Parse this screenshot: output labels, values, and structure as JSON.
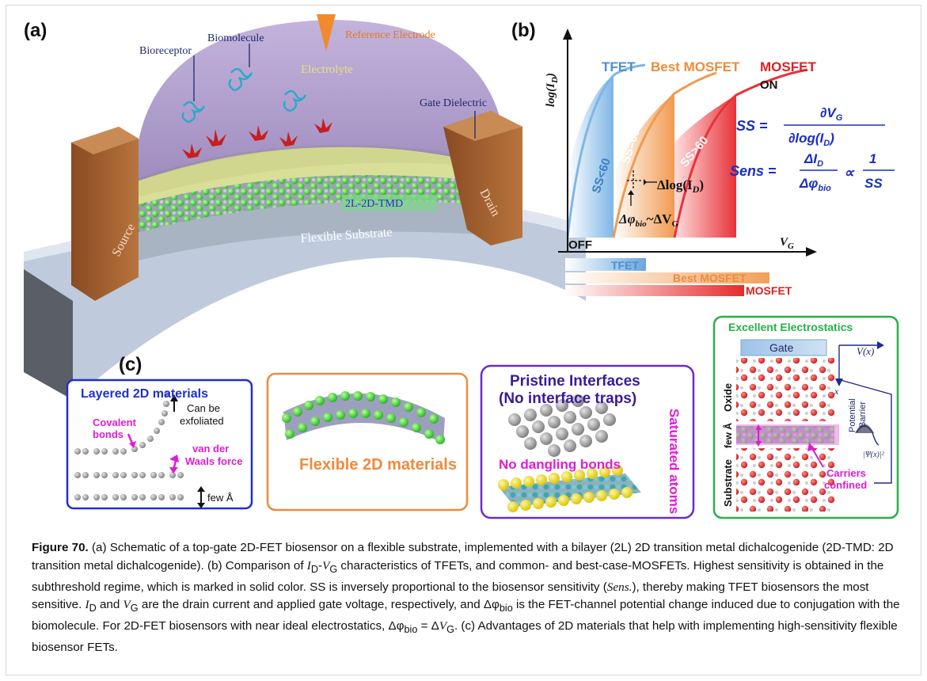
{
  "panel_labels": {
    "a": "(a)",
    "b": "(b)",
    "c": "(c)"
  },
  "panel_a": {
    "bioreceptor": "Bioreceptor",
    "biomolecule": "Biomolecule",
    "reference_electrode": "Reference Electrode",
    "electrolyte": "Electrolyte",
    "gate_dielectric": "Gate Dielectric",
    "channel": "2L-2D-TMD",
    "source": "Source",
    "drain": "Drain",
    "substrate": "Flexible Substrate"
  },
  "panel_b": {
    "y_axis": "log(I",
    "y_axis_sub": "D",
    "y_axis_close": ")",
    "x_axis": "V",
    "x_axis_sub": "G",
    "tfet": "TFET",
    "best_mosfet": "Best MOSFET",
    "mosfet": "MOSFET",
    "on": "ON",
    "off": "OFF",
    "ss_lt": "SS<60",
    "ss_eq": "SS=60",
    "ss_gt": "SS>60",
    "dlog": "Δlog(I",
    "dlog_sub": "D",
    "dlog_close": ")",
    "dphi": "Δφ",
    "dphi_sub": "bio",
    "dphi_tail": "~ΔV",
    "dphi_tail_sub": "G",
    "ss_eq_lhs": "SS =",
    "ss_num": "∂V",
    "ss_num_sub": "G",
    "ss_den": "∂log(I",
    "ss_den_sub": "D",
    "ss_den_close": ")",
    "sens_lhs": "Sens =",
    "sens_num": "ΔI",
    "sens_num_sub": "D",
    "sens_den": "Δφ",
    "sens_den_sub": "bio",
    "prop": "∝",
    "one": "1",
    "ss_fragment": "SS",
    "bar_tfet": "TFET",
    "bar_best": "Best MOSFET",
    "bar_mosfet": "MOSFET"
  },
  "panel_c": {
    "box1_title": "Layered 2D materials",
    "can_be": "Can be",
    "exfoliated": "exfoliated",
    "covalent": "Covalent",
    "bonds": "bonds",
    "vdw1": "van der",
    "vdw2": "Waals force",
    "few_a": "few Å",
    "box2_label": "Flexible 2D materials",
    "box3_title1": "Pristine Interfaces",
    "box3_title2": "(No interface traps)",
    "no_dangling": "No dangling bonds",
    "saturated": "Saturated atoms",
    "box4_title": "Excellent Electrostatics",
    "gate": "Gate",
    "vx": "V(x)",
    "x": "x",
    "oxide": "Oxide",
    "potential": "Potential",
    "barrier": "Barrier",
    "few_a_vert": "few Å",
    "substrate": "Substrate",
    "psi": "|Ψ(x)|²",
    "carriers1": "Carriers",
    "carriers2": "confined"
  },
  "caption": {
    "label": "Figure 70.",
    "p1": " (a) Schematic of a top-gate 2D-FET biosensor on a flexible substrate, implemented with a bilayer (2L) 2D transition metal dichalcogenide (2D-TMD: 2D transition metal dichalcogenide). (b) Comparison of ",
    "id_sym": "I",
    "id_sub": "D",
    "dash": "-",
    "vg_sym": "V",
    "vg_sub": "G",
    "p2": " characteristics of TFETs, and common- and best-case-MOSFETs. Highest sensitivity is obtained in the subthreshold regime, which is marked in solid color. SS is inversely proportional to the biosensor sensitivity (",
    "sens": "Sens.",
    "p3": "), thereby making TFET biosensors the most sensitive. ",
    "id2_sym": "I",
    "id2_sub": "D",
    "and": " and ",
    "vg2_sym": "V",
    "vg2_sub": "G",
    "p4": " are the drain current and applied gate voltage, respectively, and Δφ",
    "bio1": "bio",
    "p5": " is the FET-channel potential change induced due to conjugation with the biomolecule. For 2D-FET biosensors with near ideal electrostatics, Δφ",
    "bio2": "bio",
    "eq": " = Δ",
    "vg3_sym": "V",
    "vg3_sub": "G",
    "p6": ". (c) Advantages of 2D materials that help with implementing high-sensitivity flexible biosensor FETs."
  }
}
